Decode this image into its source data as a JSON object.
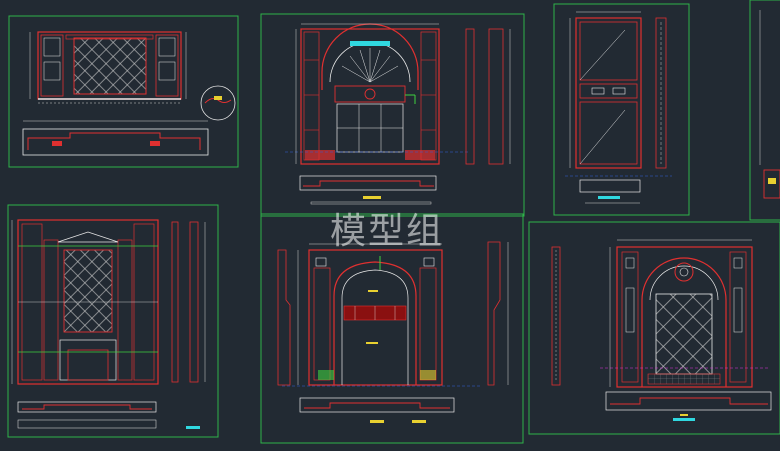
{
  "watermark": {
    "text": "模型组"
  },
  "colors": {
    "background": "#222a33",
    "sheet_border": "#2fb34a",
    "outline_red": "#e03030",
    "outline_white": "#e8e8e8",
    "dimension_white": "#d0d0d0",
    "accent_green": "#3fd13f",
    "accent_yellow": "#e8d030",
    "accent_cyan": "#30d8e0",
    "accent_magenta": "#e030e0",
    "accent_blue": "#3060e0"
  },
  "sheets": [
    {
      "id": "sheet-1",
      "content": "wall-elevation-diamond-panel"
    },
    {
      "id": "sheet-2",
      "content": "arched-fan-window-elevation"
    },
    {
      "id": "sheet-3",
      "content": "tall-door-elevation"
    },
    {
      "id": "sheet-4",
      "content": "fireplace-wall-elevation"
    },
    {
      "id": "sheet-5",
      "content": "arched-doorway-elevation"
    },
    {
      "id": "sheet-6",
      "content": "arched-diamond-lattice-elevation"
    },
    {
      "id": "sheet-7",
      "content": "partial-edge-sheet"
    }
  ]
}
